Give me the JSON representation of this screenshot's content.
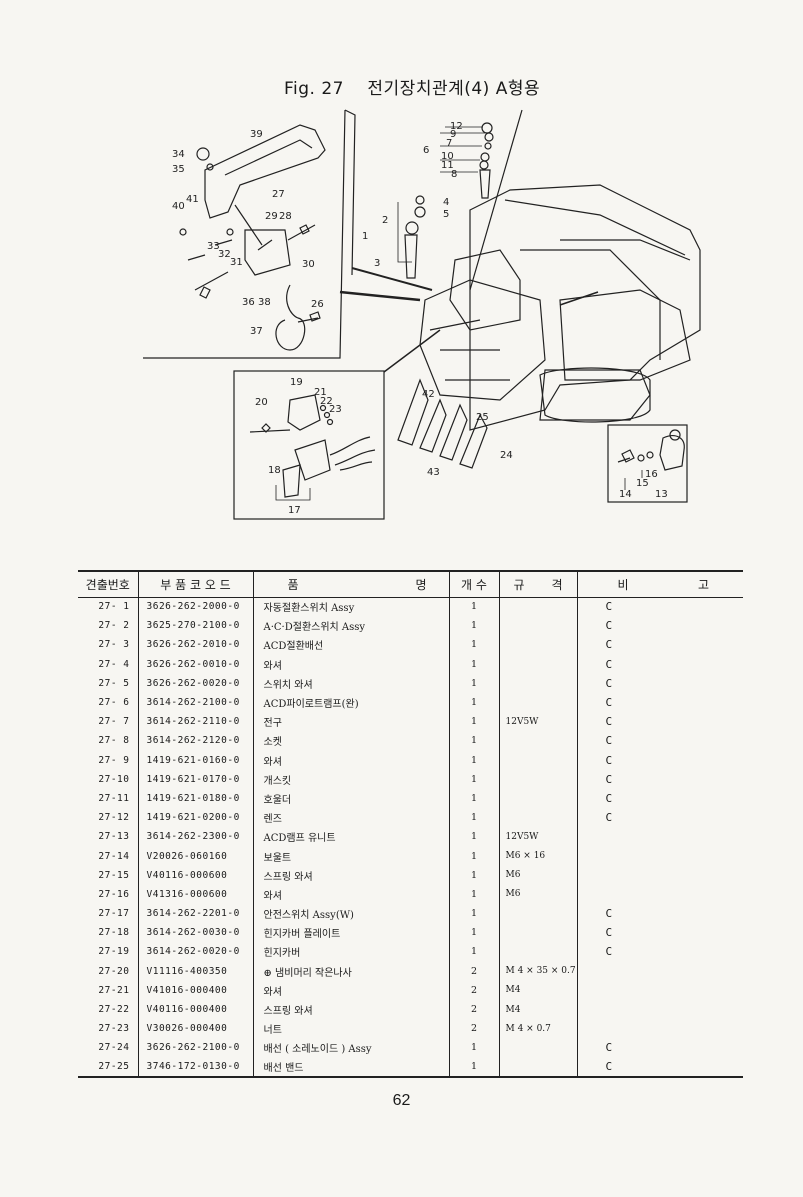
{
  "page": {
    "title": "Fig. 27　 전기장치관계(4) A형용",
    "page_number": "62"
  },
  "diagram": {
    "callouts": [
      "39",
      "34",
      "35",
      "41",
      "40",
      "27",
      "29",
      "28",
      "33",
      "32",
      "31",
      "30",
      "36",
      "38",
      "26",
      "37",
      "12",
      "9",
      "7",
      "6",
      "10",
      "11",
      "8",
      "4",
      "5",
      "1",
      "2",
      "3",
      "19",
      "20",
      "21",
      "22",
      "23",
      "18",
      "17",
      "42",
      "25",
      "43",
      "24",
      "14",
      "15",
      "16",
      "13"
    ]
  },
  "table": {
    "headers": {
      "no": "견출번호",
      "code": "부 품 코 오 드",
      "name_left": "품",
      "name_right": "명",
      "qty": "개 수",
      "spec_left": "규",
      "spec_right": "격",
      "note_left": "비",
      "note_right": "고"
    },
    "rows": [
      {
        "no": "27- 1",
        "code": "3626-262-2000-0",
        "name": "자동절환스위치 Assy",
        "qty": "1",
        "spec": "",
        "note": "C"
      },
      {
        "no": "27- 2",
        "code": "3625-270-2100-0",
        "name": "A·C·D절환스위치 Assy",
        "qty": "1",
        "spec": "",
        "note": "C"
      },
      {
        "no": "27- 3",
        "code": "3626-262-2010-0",
        "name": "ACD절환배선",
        "qty": "1",
        "spec": "",
        "note": "C"
      },
      {
        "no": "27- 4",
        "code": "3626-262-0010-0",
        "name": "와셔",
        "qty": "1",
        "spec": "",
        "note": "C"
      },
      {
        "no": "27- 5",
        "code": "3626-262-0020-0",
        "name": "스위치 와셔",
        "qty": "1",
        "spec": "",
        "note": "C"
      },
      {
        "no": "27- 6",
        "code": "3614-262-2100-0",
        "name": "ACD파이로트램프(완)",
        "qty": "1",
        "spec": "",
        "note": "C"
      },
      {
        "no": "27- 7",
        "code": "3614-262-2110-0",
        "name": "전구",
        "qty": "1",
        "spec": "12V5W",
        "note": "C"
      },
      {
        "no": "27- 8",
        "code": "3614-262-2120-0",
        "name": "소켓",
        "qty": "1",
        "spec": "",
        "note": "C"
      },
      {
        "no": "27- 9",
        "code": "1419-621-0160-0",
        "name": "와셔",
        "qty": "1",
        "spec": "",
        "note": "C"
      },
      {
        "no": "27-10",
        "code": "1419-621-0170-0",
        "name": "개스킷",
        "qty": "1",
        "spec": "",
        "note": "C"
      },
      {
        "no": "27-11",
        "code": "1419-621-0180-0",
        "name": "호울더",
        "qty": "1",
        "spec": "",
        "note": "C"
      },
      {
        "no": "27-12",
        "code": "1419-621-0200-0",
        "name": "렌즈",
        "qty": "1",
        "spec": "",
        "note": "C"
      },
      {
        "no": "27-13",
        "code": "3614-262-2300-0",
        "name": "ACD램프 유니트",
        "qty": "1",
        "spec": "12V5W",
        "note": ""
      },
      {
        "no": "27-14",
        "code": "V20026-060160",
        "name": "보울트",
        "qty": "1",
        "spec": "M6 × 16",
        "note": ""
      },
      {
        "no": "27-15",
        "code": "V40116-000600",
        "name": "스프링 와셔",
        "qty": "1",
        "spec": "M6",
        "note": ""
      },
      {
        "no": "27-16",
        "code": "V41316-000600",
        "name": "와셔",
        "qty": "1",
        "spec": "M6",
        "note": ""
      },
      {
        "no": "27-17",
        "code": "3614-262-2201-0",
        "name": "안전스위치 Assy(W)",
        "qty": "1",
        "spec": "",
        "note": "C"
      },
      {
        "no": "27-18",
        "code": "3614-262-0030-0",
        "name": "힌지카버 플레이트",
        "qty": "1",
        "spec": "",
        "note": "C"
      },
      {
        "no": "27-19",
        "code": "3614-262-0020-0",
        "name": "힌지카버",
        "qty": "1",
        "spec": "",
        "note": "C"
      },
      {
        "no": "27-20",
        "code": "V11116-400350",
        "name": "⊕ 냄비머리 작은나사",
        "qty": "2",
        "spec": "M 4 × 35 × 0.7",
        "note": ""
      },
      {
        "no": "27-21",
        "code": "V41016-000400",
        "name": "와셔",
        "qty": "2",
        "spec": "M4",
        "note": ""
      },
      {
        "no": "27-22",
        "code": "V40116-000400",
        "name": "스프링 와셔",
        "qty": "2",
        "spec": "M4",
        "note": ""
      },
      {
        "no": "27-23",
        "code": "V30026-000400",
        "name": "너트",
        "qty": "2",
        "spec": "M 4 × 0.7",
        "note": ""
      },
      {
        "no": "27-24",
        "code": "3626-262-2100-0",
        "name": "배선 ( 소레노이드 ) Assy",
        "qty": "1",
        "spec": "",
        "note": "C"
      },
      {
        "no": "27-25",
        "code": "3746-172-0130-0",
        "name": "배선 밴드",
        "qty": "1",
        "spec": "",
        "note": "C"
      }
    ]
  }
}
